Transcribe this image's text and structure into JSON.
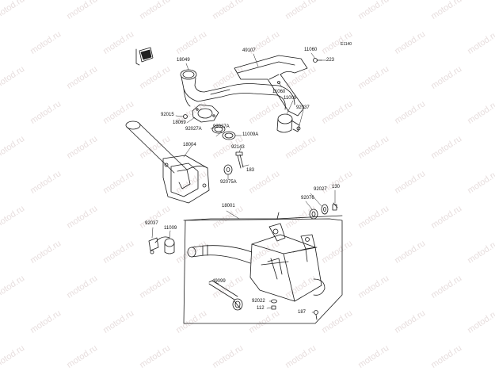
{
  "diagram_code": "E1140",
  "watermark_text": "motod.ru",
  "parts": {
    "p18049": "18049",
    "p49107": "49107",
    "p11060a": "11060",
    "p223": "223",
    "p11060b": "11060",
    "p11009a": "11009",
    "p92037a": "92037",
    "p92015": "92015",
    "p18069": "18069",
    "p92027a": "92027A",
    "p92027a2": "92027A",
    "p11009a2": "11009A",
    "p18004": "18004",
    "p92143": "92143",
    "p183": "183",
    "p92075a": "92075A",
    "p18001": "18001",
    "p92027": "92027",
    "p130": "130",
    "p92076": "92076",
    "p92037b": "92037",
    "p11009b": "11009",
    "p49099": "49099",
    "p92022": "92022",
    "p112": "112",
    "p187": "187"
  },
  "colors": {
    "line": "#1a1a1a",
    "watermark": "#e7dede",
    "background": "#ffffff"
  }
}
